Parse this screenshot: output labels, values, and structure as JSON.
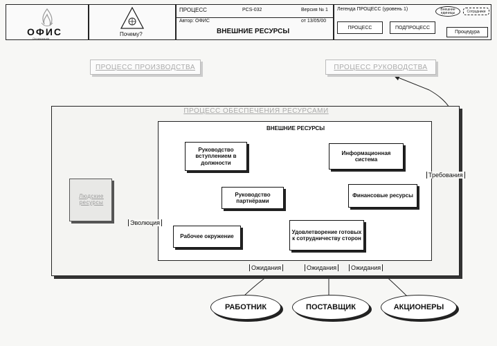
{
  "header": {
    "logo_text": "ОФИС",
    "logo_sub": "Организация",
    "why_label": "Почему?",
    "process_label": "ПРОЦЕСС",
    "process_code": "PCS-032",
    "version": "Версия № 1",
    "author": "Автор: ОФИС",
    "date": "от 13/05/00",
    "page_title": "ВНЕШНИЕ РЕСУРСЫ",
    "legend": "Легенда ПРОЦЕСС (уровень 1)",
    "btn_external": "Внешние единицы",
    "btn_refs": "Сотрудники",
    "btn_process": "ПРОЦЕСС",
    "btn_subprocess": "ПОДПРОЦЕСС",
    "btn_procedure": "Процедура"
  },
  "diagram": {
    "proc_production": "ПРОЦЕСС ПРОИЗВОДСТВА",
    "proc_management": "ПРОЦЕСС РУКОВОДСТВА",
    "proc_resources": "ПРОЦЕСС ОБЕСПЕЧЕНИЯ РЕСУРСАМИ",
    "inner_title": "ВНЕШНИЕ РЕСУРСЫ",
    "human_resources": "Людские ресурсы",
    "box_induction": "Руководство вступлением в должности",
    "box_info": "Информационная система",
    "box_partners": "Руководство партнёрами",
    "box_finance": "Финансовые ресурсы",
    "box_workenv": "Рабочее окружение",
    "box_satisfaction": "Удовлетворение готовых к сотрудничеству сторон",
    "label_evolution": "Эволюция",
    "label_requirements": "Требования",
    "label_expect1": "Ожидания",
    "label_expect2": "Ожидания",
    "label_expect3": "Ожидания",
    "oval_worker": "РАБОТНИК",
    "oval_supplier": "ПОСТАВЩИК",
    "oval_shareholders": "АКЦИОНЕРЫ"
  }
}
